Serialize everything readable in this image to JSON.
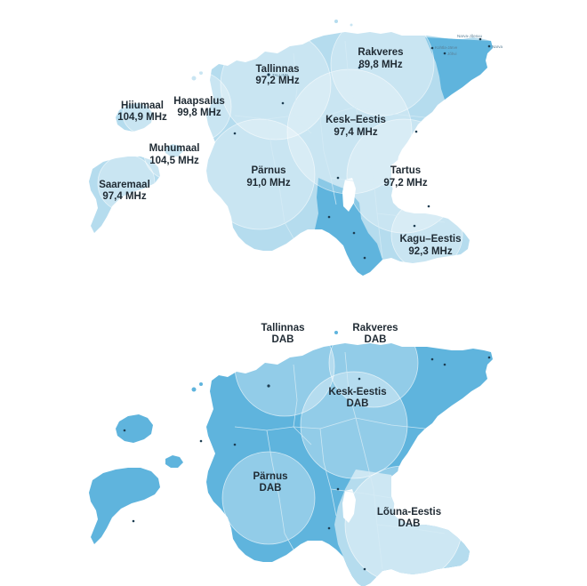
{
  "fm_map": {
    "regions": [
      {
        "id": "hiiumaa",
        "name": "Hiiumaal",
        "freq": "104,9 MHz"
      },
      {
        "id": "haapsalu",
        "name": "Haapsalus",
        "freq": "99,8 MHz"
      },
      {
        "id": "tallinn",
        "name": "Tallinnas",
        "freq": "97,2 MHz"
      },
      {
        "id": "rakvere",
        "name": "Rakveres",
        "freq": "89,8 MHz"
      },
      {
        "id": "kesk-eesti",
        "name": "Kesk–Eestis",
        "freq": "97,4 MHz"
      },
      {
        "id": "muhumaa",
        "name": "Muhumaal",
        "freq": "104,5 MHz"
      },
      {
        "id": "saaremaa",
        "name": "Saaremaal",
        "freq": "97,4 MHz"
      },
      {
        "id": "parnu",
        "name": "Pärnus",
        "freq": "91,0 MHz"
      },
      {
        "id": "tartu",
        "name": "Tartus",
        "freq": "97,2 MHz"
      },
      {
        "id": "kagu-eesti",
        "name": "Kagu–Eestis",
        "freq": "92,3 MHz"
      }
    ]
  },
  "dab_map": {
    "regions": [
      {
        "id": "tallinn",
        "name": "Tallinnas",
        "tech": "DAB"
      },
      {
        "id": "rakvere",
        "name": "Rakveres",
        "tech": "DAB"
      },
      {
        "id": "kesk-eesti",
        "name": "Kesk-Eestis",
        "tech": "DAB"
      },
      {
        "id": "parnu",
        "name": "Pärnus",
        "tech": "DAB"
      },
      {
        "id": "louna-eesti",
        "name": "Lõuna-Eestis",
        "tech": "DAB"
      }
    ]
  },
  "colors": {
    "land_light": "#b5dcee",
    "land_dark": "#5fb4dd",
    "coverage": "#ffffff",
    "text": "#1f2a33"
  }
}
